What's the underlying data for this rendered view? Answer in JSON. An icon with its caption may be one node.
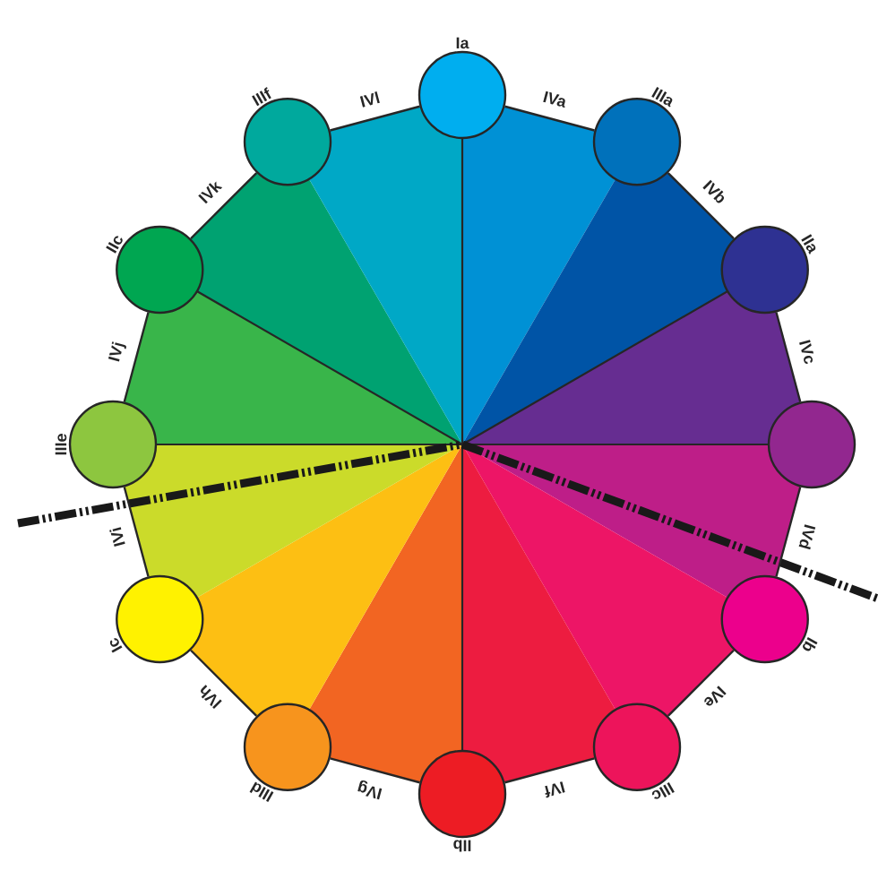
{
  "diagram": {
    "nodes": [
      {
        "text": [
          "Ia"
        ]
      },
      {
        "text": [
          "IIIa"
        ]
      },
      {
        "text": [
          "IIa"
        ]
      },
      {
        "text": [],
        "shape": "circle"
      },
      {
        "text": [
          "Ib"
        ]
      },
      {
        "text": [
          "IIIc"
        ]
      },
      {
        "text": [
          "IIb"
        ]
      },
      {
        "text": [
          "IIId"
        ]
      },
      {
        "text": [
          "Ic"
        ]
      },
      {
        "text": [
          "IIIe"
        ]
      },
      {
        "text": [
          "IIc"
        ]
      },
      {
        "text": [
          "IIIf"
        ]
      }
    ],
    "edges": [
      {
        "from": 0,
        "to": 1,
        "arrow": "none",
        "label": "IVa"
      },
      {
        "from": 1,
        "to": 2,
        "arrow": "none",
        "label": "IVb"
      },
      {
        "from": 2,
        "to": 3,
        "arrow": "none",
        "label": "IVc"
      },
      {
        "from": 3,
        "to": 4,
        "arrow": "none",
        "label": "IVd"
      },
      {
        "from": 4,
        "to": 5,
        "arrow": "none",
        "label": "IVe"
      },
      {
        "from": 5,
        "to": 6,
        "arrow": "none",
        "label": "IVf"
      },
      {
        "from": 6,
        "to": 7,
        "arrow": "none",
        "label": "IVg"
      },
      {
        "from": 7,
        "to": 8,
        "arrow": "none",
        "label": "IVh"
      },
      {
        "from": 8,
        "to": 9,
        "arrow": "none",
        "label": "IVi"
      },
      {
        "from": 9,
        "to": 10,
        "arrow": "none",
        "label": "IVj"
      },
      {
        "from": 10,
        "to": 11,
        "arrow": "none",
        "label": "IVk"
      },
      {
        "from": 11,
        "to": 0,
        "arrow": "none",
        "label": "IVl"
      }
    ]
  }
}
